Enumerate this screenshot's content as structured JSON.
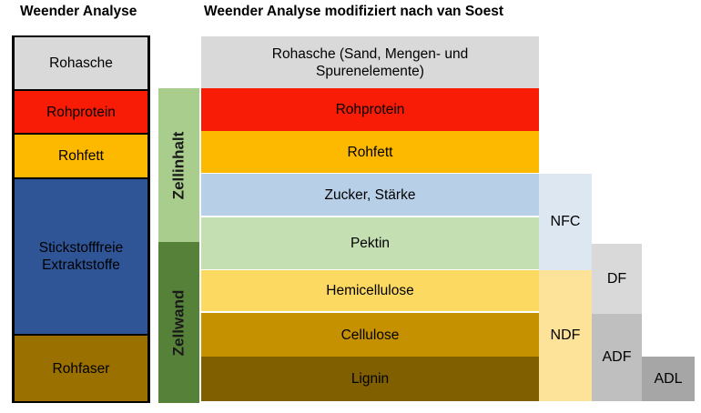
{
  "headers": {
    "left": "Weender Analyse",
    "right": "Weender Analyse modifiziert nach van Soest"
  },
  "colors": {
    "ash": "#d9d9d9",
    "protein": "#f81b06",
    "fat": "#fdb900",
    "nfe": "#2f5597",
    "crude_fiber": "#9a7000",
    "sugar_starch": "#b8cfe8",
    "pectin": "#c4e0b2",
    "hemicellulose": "#fcd961",
    "cellulose": "#c69100",
    "lignin": "#7f5f00",
    "cell_content_band": "#a9cd8c",
    "cell_wall_band": "#558139",
    "nfc": "#dde7f2",
    "ndf": "#fde39a",
    "df": "#d9d9d9",
    "adf": "#bfbfbf",
    "adl": "#a6a6a6",
    "outline": "#000000",
    "background": "#ffffff"
  },
  "weender_column": {
    "fractions": [
      {
        "label": "Rohasche"
      },
      {
        "label": "Rohprotein"
      },
      {
        "label": "Rohfett"
      },
      {
        "label": "Stickstofffreie Extraktstoffe",
        "line1": "Stickstofffreie",
        "line2": "Extraktstoffe"
      },
      {
        "label": "Rohfaser"
      }
    ]
  },
  "side_bands": [
    {
      "label": "Zellinhalt"
    },
    {
      "label": "Zellwand"
    }
  ],
  "van_soest_column": {
    "fractions": [
      {
        "label": "Rohasche (Sand, Mengen- und Spurenelemente)",
        "line1": "Rohasche (Sand, Mengen- und",
        "line2": "Spurenelemente)"
      },
      {
        "label": "Rohprotein"
      },
      {
        "label": "Rohfett"
      },
      {
        "label": "Zucker, Stärke"
      },
      {
        "label": "Pektin"
      },
      {
        "label": "Hemicellulose"
      },
      {
        "label": "Cellulose"
      },
      {
        "label": "Lignin"
      }
    ]
  },
  "grouping_columns": [
    {
      "label": "NFC"
    },
    {
      "label": "NDF"
    },
    {
      "label": "DF"
    },
    {
      "label": "ADF"
    },
    {
      "label": "ADL"
    }
  ]
}
